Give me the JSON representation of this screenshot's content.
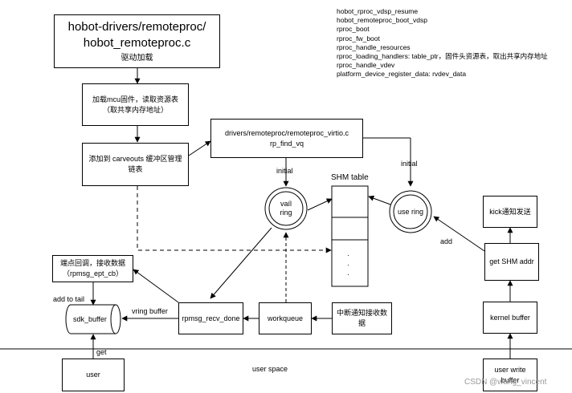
{
  "title_box": {
    "line1": "hobot-drivers/remoteproc/",
    "line2": "hobot_remoteproc.c",
    "sub": "驱动加载"
  },
  "notes": [
    "hobot_rproc_vdsp_resume",
    "hobot_remoteproc_boot_vdsp",
    "rproc_boot",
    "rproc_fw_boot",
    "rproc_handle_resources",
    "rproc_loading_handlers: table_ptr，固件头资源表，取出共享内存地址",
    "rproc_handle_vdev",
    "platform_device_register_data:  rvdev_data"
  ],
  "boxes": {
    "load_mcu": "加载mcu固件，读取资源表（取共享内存地址）",
    "add_carveouts": "添加到 carveouts 缓冲区管理链表",
    "virtio": "drivers/remoteproc/remoteproc_virtio.c\nrp_find_vq",
    "endpoint_cb": "端点回调，接收数据\n（rpmsg_ept_cb）",
    "sdk_buffer": "sdk_buffer",
    "rpmsg_recv": "rpmsg_recv_done",
    "workqueue": "workqueue",
    "irq": "中断通知接收数据",
    "kick": "kick通知发送",
    "get_shm": "get SHM addr",
    "kernel_buffer": "kernel buffer",
    "user": "user",
    "user_write": "user write\nbuffer"
  },
  "rings": {
    "vring": "vaíl\nring",
    "user_ring": "use ring"
  },
  "labels": {
    "shm_table": "SHM table",
    "initial_left": "initial",
    "initial_right": "initial",
    "add": "add",
    "add_to_tail": "add to tail",
    "vring_buffer": "vring buffer",
    "get": "get",
    "user_space": "user space",
    "watermark": "CSDN @wang_vincent",
    "dots": "·\n·\n·"
  }
}
